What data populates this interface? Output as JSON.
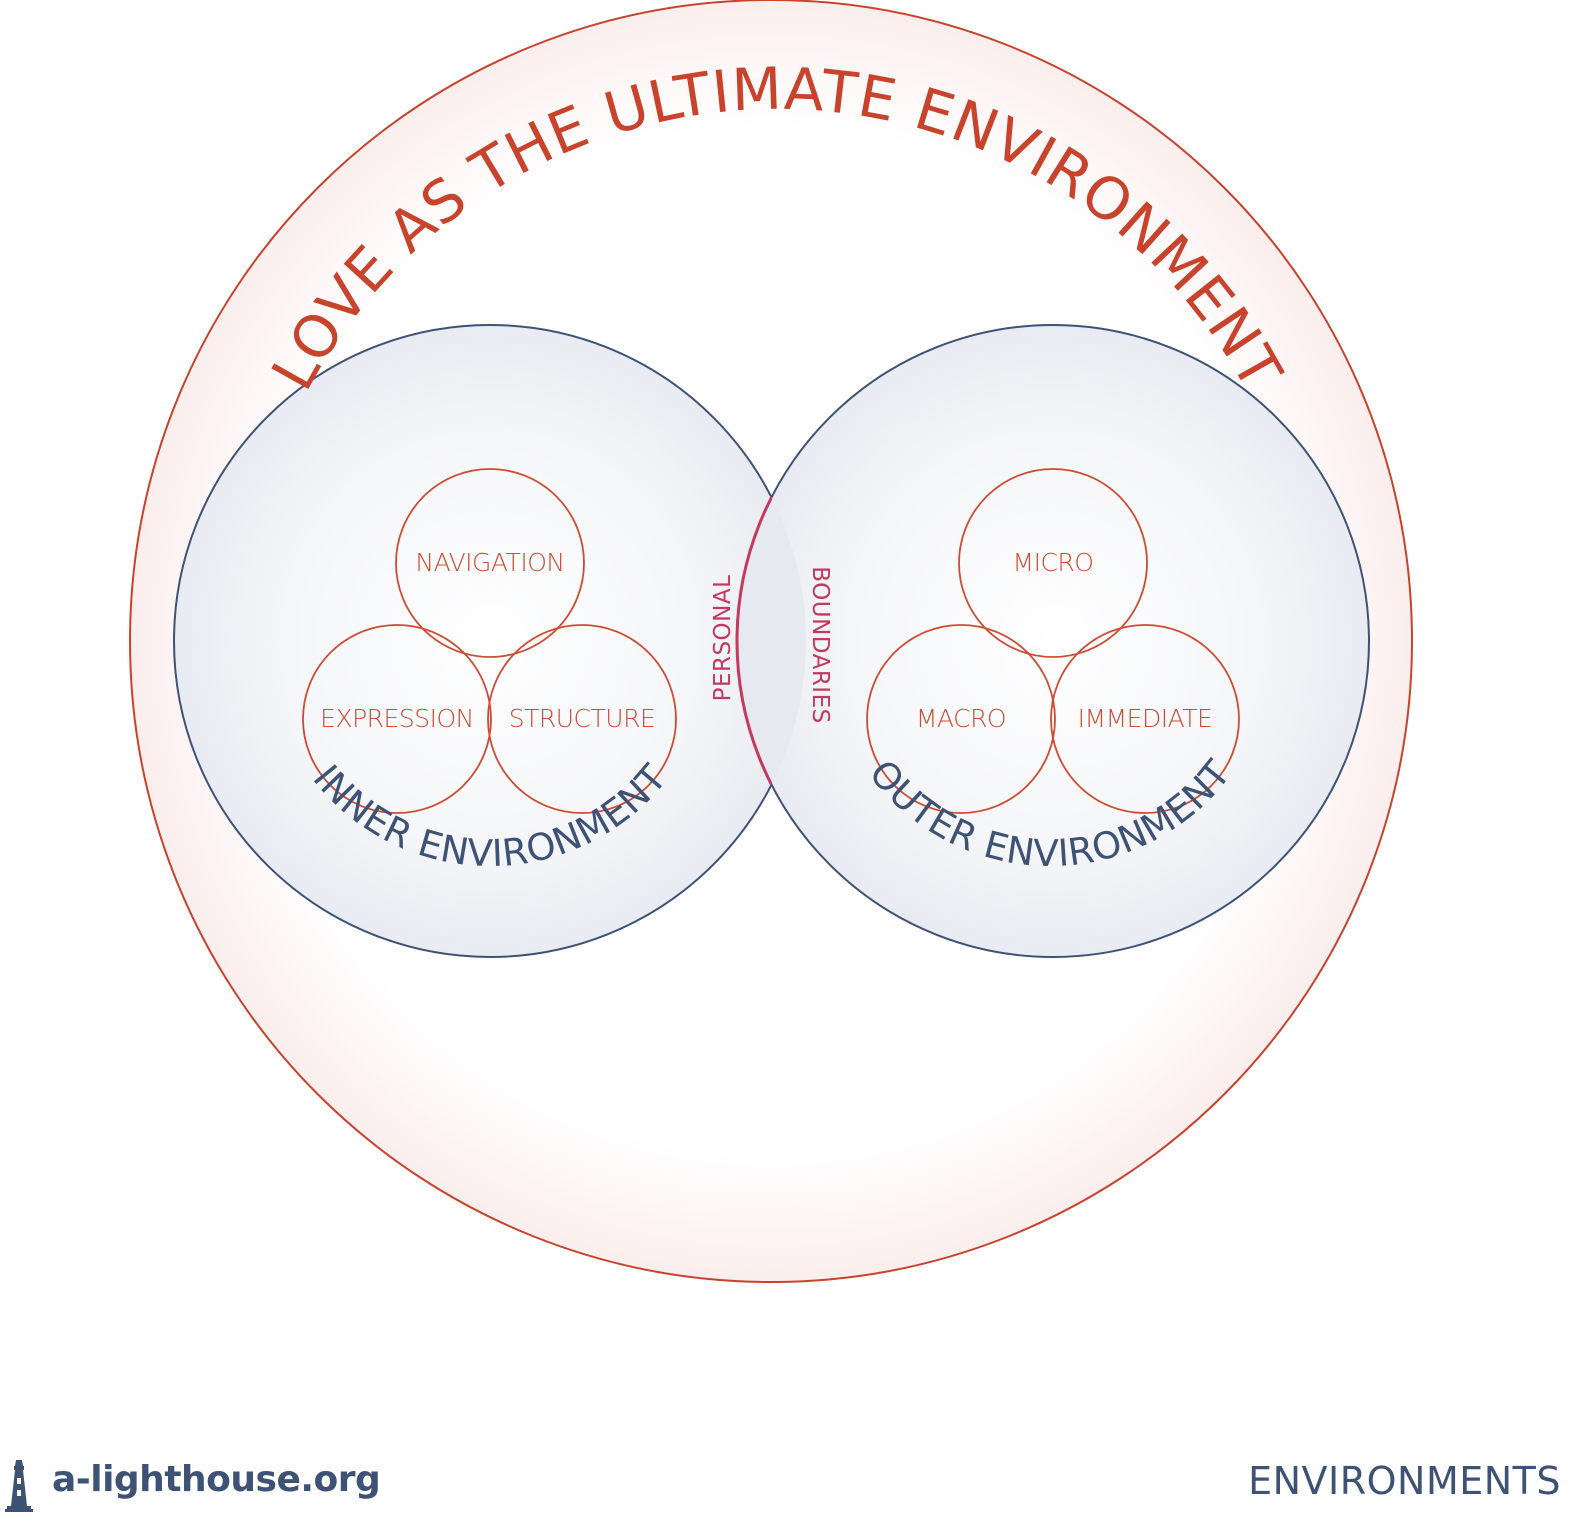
{
  "title": "LOVE AS THE ULTIMATE ENVIRONMENT",
  "inner": {
    "label": "INNER ENVIRONMENT",
    "circles": [
      "NAVIGATION",
      "EXPRESSION",
      "STRUCTURE"
    ]
  },
  "outer": {
    "label": "OUTER ENVIRONMENT",
    "circles": [
      "MICRO",
      "MACRO",
      "IMMEDIATE"
    ]
  },
  "boundaries": {
    "left": "PERSONAL",
    "right": "BOUNDARIES"
  },
  "footer": {
    "site": "a-lighthouse.org",
    "topic": "ENVIRONMENTS"
  },
  "colors": {
    "love": "#c9432c",
    "environment": "#3e5276",
    "boundary": "#c33a5e",
    "sub": "#cf4b32"
  },
  "icons": [
    "lighthouse-icon"
  ]
}
